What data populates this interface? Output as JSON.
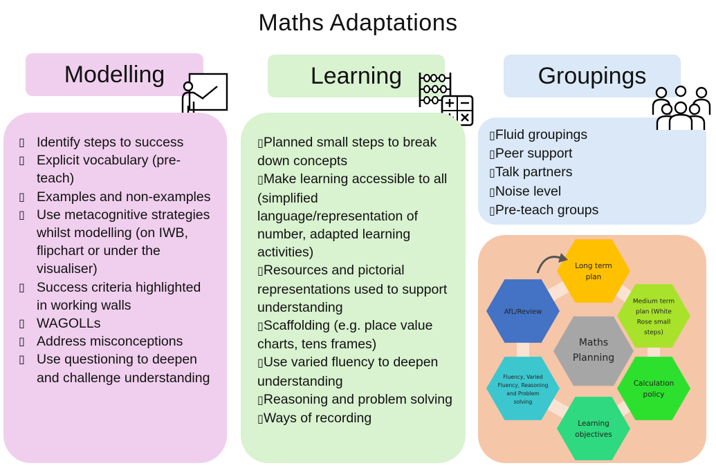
{
  "title": "Maths Adaptations",
  "bullet_glyph": "▯",
  "modelling": {
    "header": "Modelling",
    "items": [
      "Identify steps to success",
      "Explicit vocabulary (pre-teach)",
      "Examples and non-examples",
      "Use metacognitive strategies whilst modelling (on IWB, flipchart or under the visualiser)",
      "Success criteria highlighted in working walls",
      "WAGOLLs",
      "Address misconceptions",
      "Use questioning to deepen and challenge understanding"
    ]
  },
  "learning": {
    "header": "Learning",
    "items": [
      "Planned small steps to break down concepts",
      "Make learning accessible to all (simplified language/representation of number, adapted learning activities)",
      "Resources and pictorial representations used to support understanding",
      "Scaffolding (e.g. place value charts, tens frames)",
      "Use varied fluency to deepen understanding",
      "Reasoning and problem solving",
      "Ways of recording"
    ]
  },
  "groupings": {
    "header": "Groupings",
    "items": [
      "Fluid groupings",
      "Peer support",
      "Talk partners",
      "Noise level",
      "Pre-teach groups"
    ]
  },
  "cycle": {
    "center": [
      "Maths",
      "Planning"
    ],
    "nodes": [
      {
        "lines": [
          "Long term",
          "plan"
        ],
        "color": "#ffc000"
      },
      {
        "lines": [
          "Medium term",
          "plan (White",
          "Rose small",
          "steps)"
        ],
        "color": "#a9e22a"
      },
      {
        "lines": [
          "Calculation",
          "policy"
        ],
        "color": "#2ee02e"
      },
      {
        "lines": [
          "Learning",
          "objectives"
        ],
        "color": "#2ed97f"
      },
      {
        "lines": [
          "Fluency, Varied",
          "Fluency, Reasoning",
          "and Problem",
          "solving"
        ],
        "color": "#3cc7cf"
      },
      {
        "lines": [
          "AfL/Review"
        ],
        "color": "#4472c4"
      }
    ],
    "center_color": "#a6a6a6"
  },
  "icons": {
    "modelling": "teacher-board-icon",
    "learning": "abacus-calculator-icon",
    "groupings": "group-people-icon",
    "cycle": "curved-arrow-icon"
  }
}
